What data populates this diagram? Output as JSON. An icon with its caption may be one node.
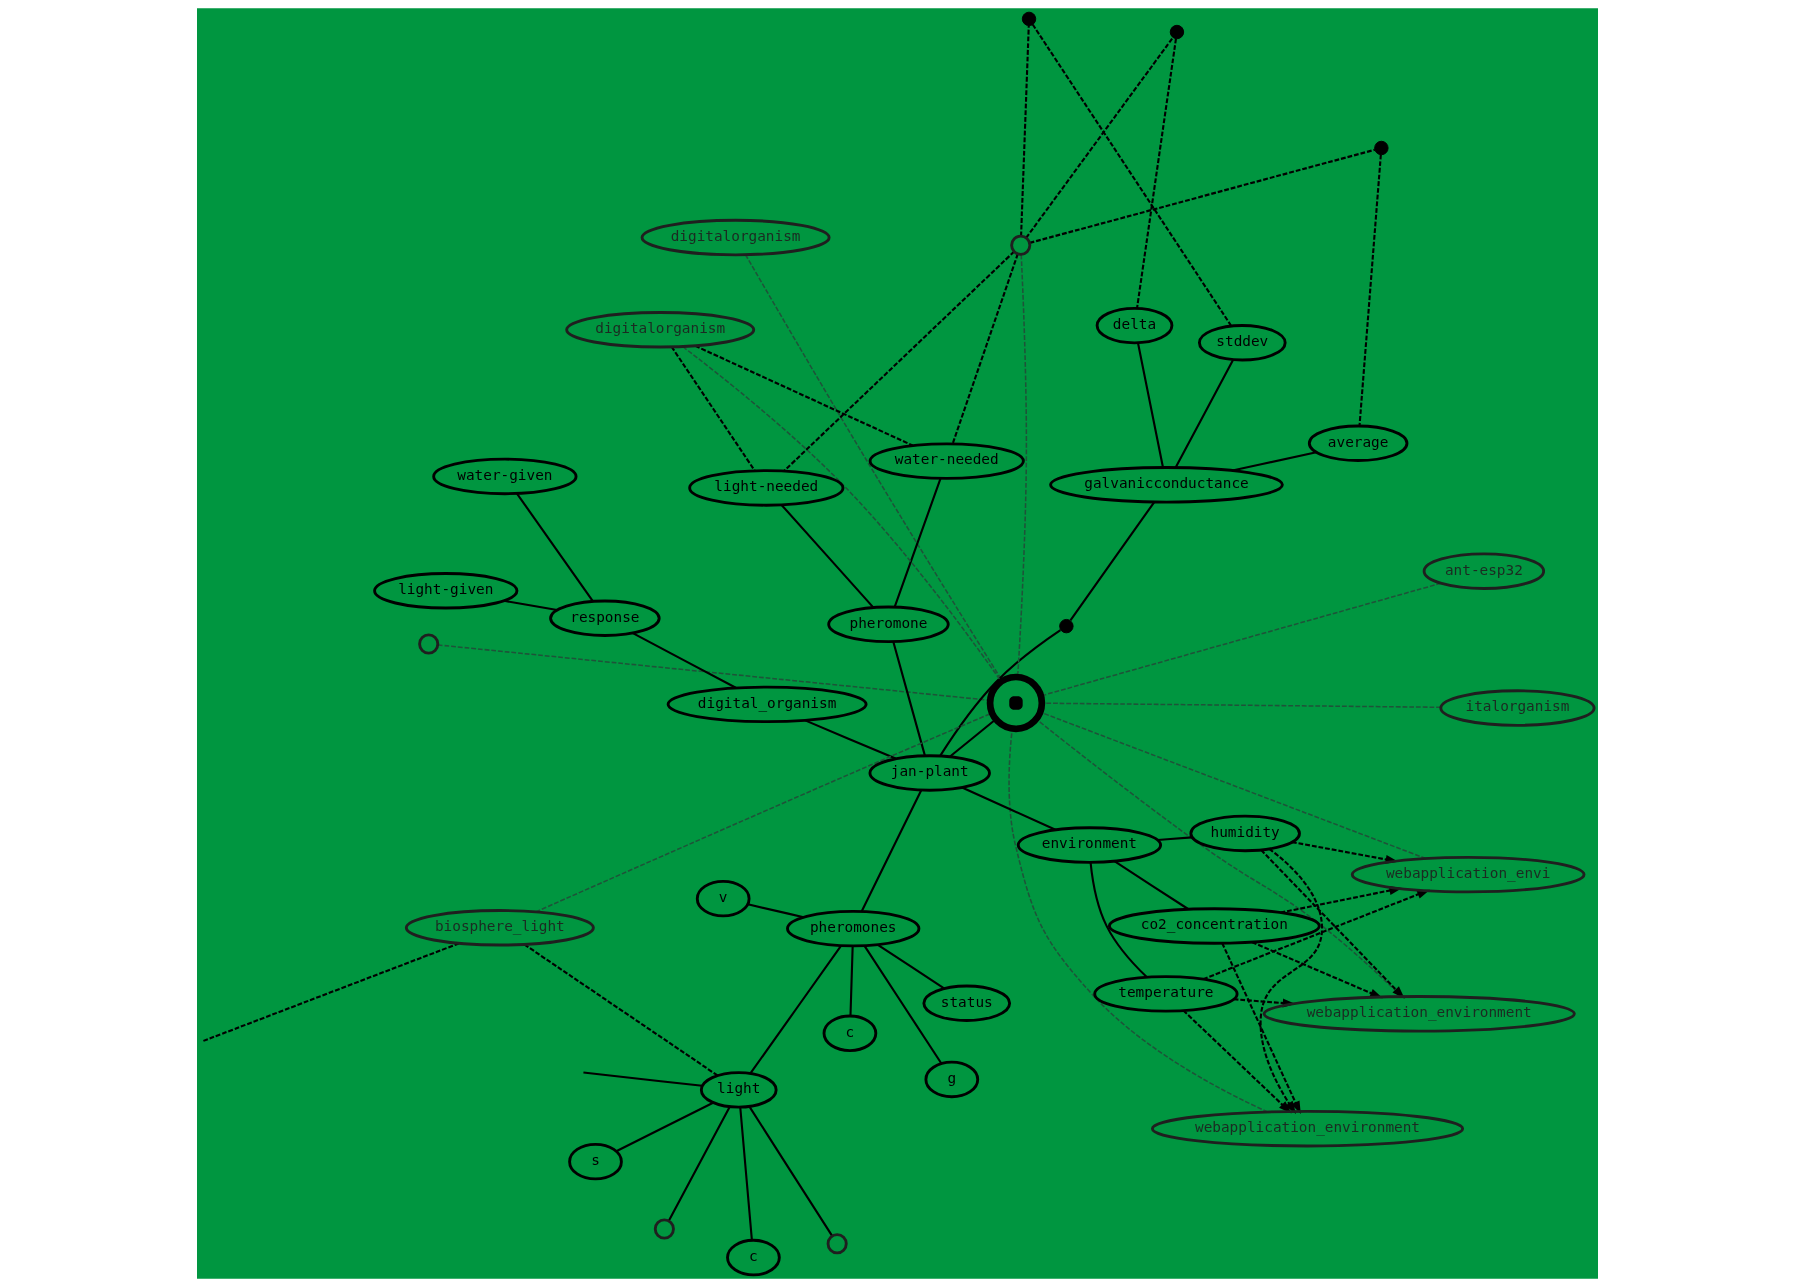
{
  "diagram": {
    "nodes": [
      {
        "text": [],
        "shape": "circle"
      },
      {
        "text": [
          "webapplication_environment"
        ]
      },
      {
        "text": [
          "webapplication_environment"
        ]
      },
      {
        "text": [
          "digitalorganism"
        ]
      },
      {
        "text": [
          "italorganism"
        ]
      },
      {
        "text": [
          "co2_concentration"
        ]
      },
      {
        "text": [
          "temperature"
        ]
      },
      {
        "text": [
          "humidity"
        ]
      },
      {
        "text": [
          "c"
        ]
      },
      {
        "text": [
          "environment"
        ]
      },
      {
        "text": [
          "c"
        ]
      },
      {
        "text": [],
        "shape": "circle"
      },
      {
        "text": [
          "ant-esp32"
        ]
      },
      {
        "text": [
          "status"
        ]
      },
      {
        "text": [],
        "shape": "circle"
      },
      {
        "text": [
          "light"
        ]
      },
      {
        "text": [],
        "shape": "circle"
      },
      {
        "text": [
          "light-given"
        ]
      },
      {
        "text": [
          "pheromones"
        ]
      },
      {
        "text": [
          "s"
        ]
      },
      {
        "text": [
          "v"
        ]
      },
      {
        "text": [
          "response"
        ]
      },
      {
        "text": [
          "digital_organism"
        ]
      },
      {
        "text": [
          "jan-plant"
        ]
      },
      {
        "text": [
          "water-given"
        ]
      },
      {
        "text": [
          "g"
        ]
      },
      {
        "text": [
          "webapplication_envi"
        ]
      },
      {
        "text": [],
        "shape": "dot"
      },
      {
        "text": [
          "pheromone"
        ]
      },
      {
        "text": [
          "galvanicconductance"
        ]
      },
      {
        "text": [
          "water-needed"
        ]
      },
      {
        "text": [
          "biosphere_light"
        ]
      },
      {
        "text": [
          "digitalorganism"
        ]
      },
      {
        "text": [
          "light-needed"
        ]
      },
      {
        "text": [
          "average"
        ]
      },
      {
        "text": [
          "stddev"
        ]
      },
      {
        "text": [
          "delta"
        ]
      },
      {
        "text": [],
        "shape": "dot"
      },
      {
        "text": [],
        "shape": "dot"
      },
      {
        "text": [],
        "shape": "dot"
      },
      {
        "text": [],
        "shape": "circle"
      }
    ],
    "edges": [
      {
        "from": 14,
        "to": 23,
        "arrow": "none"
      },
      {
        "from": 23,
        "to": 9,
        "arrow": "none"
      },
      {
        "from": 9,
        "to": 6,
        "arrow": "none"
      },
      {
        "from": 9,
        "to": 5,
        "arrow": "none"
      },
      {
        "from": 9,
        "to": 7,
        "arrow": "none"
      },
      {
        "from": 23,
        "to": 22,
        "arrow": "none"
      },
      {
        "from": 22,
        "to": 21,
        "arrow": "none"
      },
      {
        "from": 21,
        "to": 17,
        "arrow": "none"
      },
      {
        "from": 21,
        "to": 24,
        "arrow": "none"
      },
      {
        "from": 23,
        "to": 28,
        "arrow": "none"
      },
      {
        "from": 28,
        "to": 30,
        "arrow": "none"
      },
      {
        "from": 28,
        "to": 33,
        "arrow": "none"
      },
      {
        "from": 23,
        "to": 27,
        "arrow": "none"
      },
      {
        "from": 27,
        "to": 29,
        "arrow": "none"
      },
      {
        "from": 29,
        "to": 34,
        "arrow": "none"
      },
      {
        "from": 29,
        "to": 36,
        "arrow": "none"
      },
      {
        "from": 29,
        "to": 35,
        "arrow": "none"
      },
      {
        "from": 23,
        "to": 18,
        "arrow": "none"
      },
      {
        "from": 18,
        "to": 10,
        "arrow": "none"
      },
      {
        "from": 18,
        "to": 13,
        "arrow": "none"
      },
      {
        "from": 18,
        "to": 20,
        "arrow": "none"
      },
      {
        "from": 18,
        "to": 25,
        "arrow": "none"
      },
      {
        "from": 18,
        "to": 15,
        "arrow": "none"
      },
      {
        "from": 15,
        "to": 8,
        "arrow": "none"
      },
      {
        "from": 15,
        "to": 11,
        "arrow": "none"
      },
      {
        "from": 15,
        "to": 16,
        "arrow": "none"
      },
      {
        "from": 15,
        "to": 19,
        "arrow": "none"
      },
      {
        "from": 15,
        "to": null,
        "arrow": "none"
      },
      {
        "from": 0,
        "to": 14,
        "arrow": "none",
        "style": "dashed",
        "color": "#1e5339"
      },
      {
        "from": 1,
        "to": 14,
        "arrow": "none",
        "style": "dashed",
        "color": "#1e5339"
      },
      {
        "from": 2,
        "to": 14,
        "arrow": "none",
        "style": "dashed",
        "color": "#1e5339"
      },
      {
        "from": 3,
        "to": 14,
        "arrow": "none",
        "style": "dashed",
        "color": "#1e5339"
      },
      {
        "from": 4,
        "to": 14,
        "arrow": "none",
        "style": "dashed",
        "color": "#1e5339"
      },
      {
        "from": 12,
        "to": 14,
        "arrow": "none",
        "style": "dashed",
        "color": "#1e5339"
      },
      {
        "from": 32,
        "to": 14,
        "arrow": "none",
        "style": "dashed",
        "color": "#1e5339"
      },
      {
        "from": 40,
        "to": 14,
        "arrow": "none",
        "style": "dashed",
        "color": "#1e5339"
      },
      {
        "from": 26,
        "to": 14,
        "arrow": "none",
        "style": "dashed",
        "color": "#1e5339"
      },
      {
        "from": 31,
        "to": 14,
        "arrow": "none",
        "style": "dashed",
        "color": "#1e5339"
      },
      {
        "from": 6,
        "to": 2,
        "arrow": "to",
        "style": "dashed"
      },
      {
        "from": 5,
        "to": 2,
        "arrow": "to",
        "style": "dashed"
      },
      {
        "from": 7,
        "to": 2,
        "arrow": "to",
        "style": "dashed"
      },
      {
        "from": 6,
        "to": 1,
        "arrow": "to",
        "style": "dashed"
      },
      {
        "from": 5,
        "to": 1,
        "arrow": "to",
        "style": "dashed"
      },
      {
        "from": 7,
        "to": 1,
        "arrow": "to",
        "style": "dashed"
      },
      {
        "from": 6,
        "to": 26,
        "arrow": "to",
        "style": "dashed"
      },
      {
        "from": 5,
        "to": 26,
        "arrow": "to",
        "style": "dashed"
      },
      {
        "from": 7,
        "to": 26,
        "arrow": "to",
        "style": "dashed"
      },
      {
        "from": 32,
        "to": 30,
        "arrow": "none",
        "style": "dashed"
      },
      {
        "from": 32,
        "to": 33,
        "arrow": "none",
        "style": "dashed"
      },
      {
        "from": 40,
        "to": 30,
        "arrow": "none",
        "style": "dashed"
      },
      {
        "from": 40,
        "to": 33,
        "arrow": "none",
        "style": "dashed"
      },
      {
        "from": 40,
        "to": 37,
        "arrow": "none",
        "style": "dashed"
      },
      {
        "from": 37,
        "to": 34,
        "arrow": "none",
        "style": "dashed"
      },
      {
        "from": 40,
        "to": 38,
        "arrow": "none",
        "style": "dashed"
      },
      {
        "from": 38,
        "to": 36,
        "arrow": "none",
        "style": "dashed"
      },
      {
        "from": 40,
        "to": 39,
        "arrow": "none",
        "style": "dashed"
      },
      {
        "from": 39,
        "to": 35,
        "arrow": "none",
        "style": "dashed"
      },
      {
        "from": 31,
        "to": 15,
        "arrow": "none",
        "style": "dashed"
      },
      {
        "from": 31,
        "to": null,
        "arrow": "none",
        "style": "dashed"
      }
    ]
  }
}
